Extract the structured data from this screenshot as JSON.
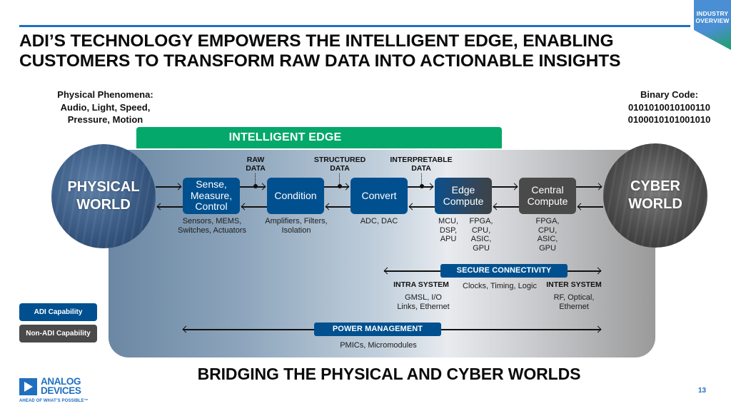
{
  "slide": {
    "section_tag": [
      "INDUSTRY",
      "OVERVIEW"
    ],
    "title_lines": [
      "ADI’S TECHNOLOGY EMPOWERS THE INTELLIGENT EDGE, ENABLING",
      "CUSTOMERS TO TRANSFORM RAW DATA INTO ACTIONABLE INSIGHTS"
    ],
    "page_number": "13",
    "footer_title": "BRIDGING THE PHYSICAL AND CYBER WORLDS",
    "colors": {
      "adi_blue": "#00508f",
      "non_adi_gray": "#4a4a4a",
      "intelligent_edge_green": "#04a86a",
      "accent_rule": "#1f6fc0"
    }
  },
  "diagram": {
    "physical_phenomena": [
      "Physical Phenomena:",
      "Audio, Light, Speed,",
      "Pressure, Motion"
    ],
    "binary_code": [
      "Binary Code:",
      "0101010010100110",
      "0100010101001010"
    ],
    "intelligent_edge_label": "INTELLIGENT EDGE",
    "physical_world": [
      "PHYSICAL",
      "WORLD"
    ],
    "cyber_world": [
      "CYBER",
      "WORLD"
    ],
    "data_labels": {
      "raw": [
        "RAW",
        "DATA"
      ],
      "structured": [
        "STRUCTURED",
        "DATA"
      ],
      "interpretable": [
        "INTERPRETABLE",
        "DATA"
      ]
    },
    "stages": [
      {
        "name": [
          "Sense,",
          "Measure,",
          "Control"
        ],
        "capability": "ADI",
        "examples": [
          "Sensors,  MEMS,",
          "Switches, Actuators"
        ]
      },
      {
        "name": [
          "Condition"
        ],
        "capability": "ADI",
        "examples": [
          "Amplifiers, Filters,",
          "Isolation"
        ]
      },
      {
        "name": [
          "Convert"
        ],
        "capability": "ADI",
        "examples": [
          "ADC, DAC"
        ]
      },
      {
        "name": [
          "Edge",
          "Compute"
        ],
        "capability": "ADI/Non-ADI",
        "examples_left": [
          "MCU,",
          "DSP,",
          "APU"
        ],
        "examples_right": [
          "FPGA,",
          "CPU,",
          "ASIC,",
          "GPU"
        ]
      },
      {
        "name": [
          "Central",
          "Compute"
        ],
        "capability": "Non-ADI",
        "examples": [
          "FPGA,",
          "CPU,",
          "ASIC,",
          "GPU"
        ]
      }
    ],
    "secure_connectivity": {
      "label": "SECURE CONNECTIVITY",
      "intra_system": {
        "title": "INTRA SYSTEM",
        "details": [
          "GMSL, I/O",
          "Links, Ethernet"
        ]
      },
      "middle": "Clocks, Timing, Logic",
      "inter_system": {
        "title": "INTER SYSTEM",
        "details": [
          "RF, Optical,",
          "Ethernet"
        ]
      }
    },
    "power_management": {
      "label": "POWER MANAGEMENT",
      "details": "PMICs, Micromodules"
    }
  },
  "legend": {
    "adi": "ADI Capability",
    "non_adi": "Non-ADI Capability"
  },
  "logo": {
    "line1": "ANALOG",
    "line2": "DEVICES",
    "tagline": "AHEAD OF WHAT’S POSSIBLE™"
  }
}
